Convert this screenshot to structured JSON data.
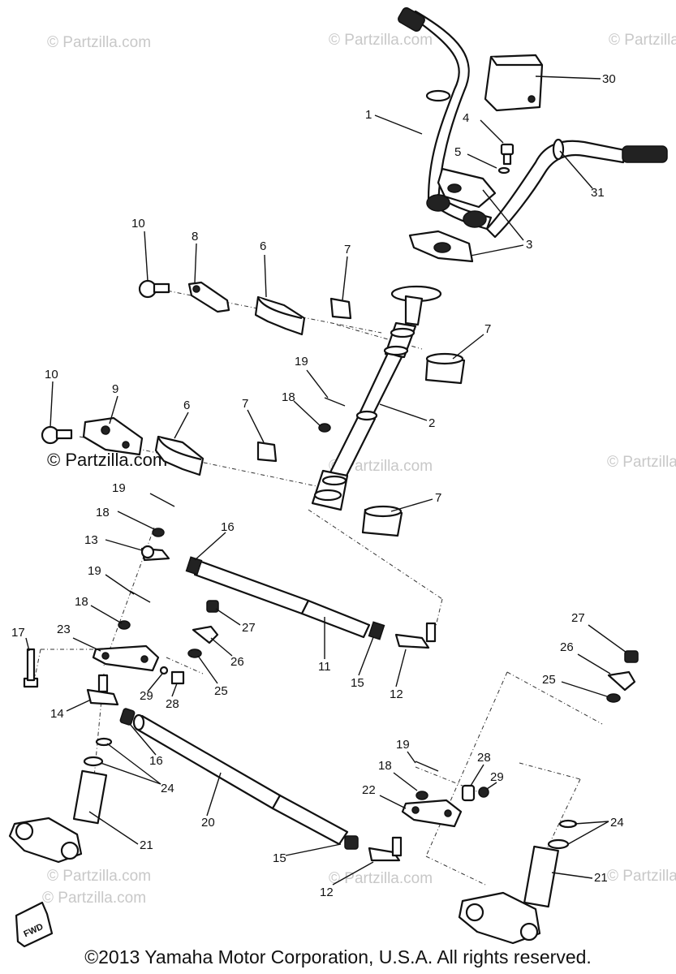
{
  "watermark": {
    "faded_text": "© Partzilla.com",
    "strong_text": "© Partzilla.com"
  },
  "fwd_label": "FWD",
  "copyright": "©2013  Yamaha Motor Corporation, U.S.A. All rights reserved.",
  "callouts": {
    "c30": "30",
    "c1": "1",
    "c4": "4",
    "c5": "5",
    "c31": "31",
    "c3": "3",
    "c10a": "10",
    "c8": "8",
    "c6a": "6",
    "c7a": "7",
    "c7b": "7",
    "c19a": "19",
    "c18a": "18",
    "c2": "2",
    "c10b": "10",
    "c9": "9",
    "c6b": "6",
    "c7c": "7",
    "c7d": "7",
    "c19b": "19",
    "c18b": "18",
    "c13": "13",
    "c16a": "16",
    "c19c": "19",
    "c18c": "18",
    "c27a": "27",
    "c26a": "26",
    "c25a": "25",
    "c17": "17",
    "c23": "23",
    "c29a": "29",
    "c28a": "28",
    "c11": "11",
    "c15a": "15",
    "c12a": "12",
    "c14": "14",
    "c16b": "16",
    "c24a": "24",
    "c20": "20",
    "c21a": "21",
    "c15b": "15",
    "c12b": "12",
    "c27b": "27",
    "c26b": "26",
    "c25b": "25",
    "c19d": "19",
    "c18d": "18",
    "c22": "22",
    "c28b": "28",
    "c29b": "29",
    "c24b": "24",
    "c21b": "21"
  }
}
